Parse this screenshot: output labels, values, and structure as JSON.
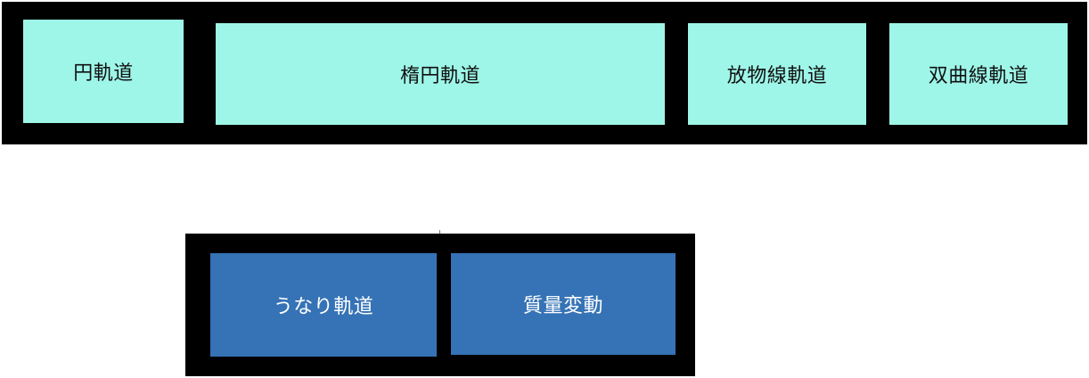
{
  "top_group": {
    "boxes": [
      {
        "label": "円軌道"
      },
      {
        "label": "楕円軌道"
      },
      {
        "label": "放物線軌道"
      },
      {
        "label": "双曲線軌道"
      }
    ]
  },
  "bottom_group": {
    "boxes": [
      {
        "label": "うなり軌道"
      },
      {
        "label": "質量変動"
      }
    ]
  },
  "colors": {
    "frame": "#000000",
    "top_box_fill": "#9ef6e8",
    "bottom_box_fill": "#3673b6",
    "top_text": "#111111",
    "bottom_text": "#ffffff"
  }
}
